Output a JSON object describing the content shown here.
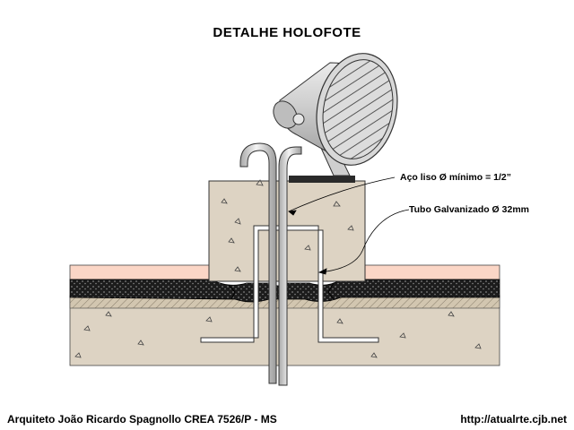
{
  "title": "DETALHE HOLOFOTE",
  "labels": {
    "steel_bar": "Aço liso Ø mínimo = 1/2”",
    "galvanized_tube": "Tubo Galvanizado Ø 32mm"
  },
  "footer": {
    "author": "Arquiteto João Ricardo Spagnollo CREA 7526/P - MS",
    "url": "http://atualrte.cjb.net"
  },
  "colors": {
    "concrete": "#ddd3c3",
    "concrete_band": "#d2c6b0",
    "waterproofing": "#1c1c1c",
    "floor_surface": "#fbd6c6",
    "metal": "#d8d8d8",
    "lamp_body": "#cfcfcf"
  }
}
